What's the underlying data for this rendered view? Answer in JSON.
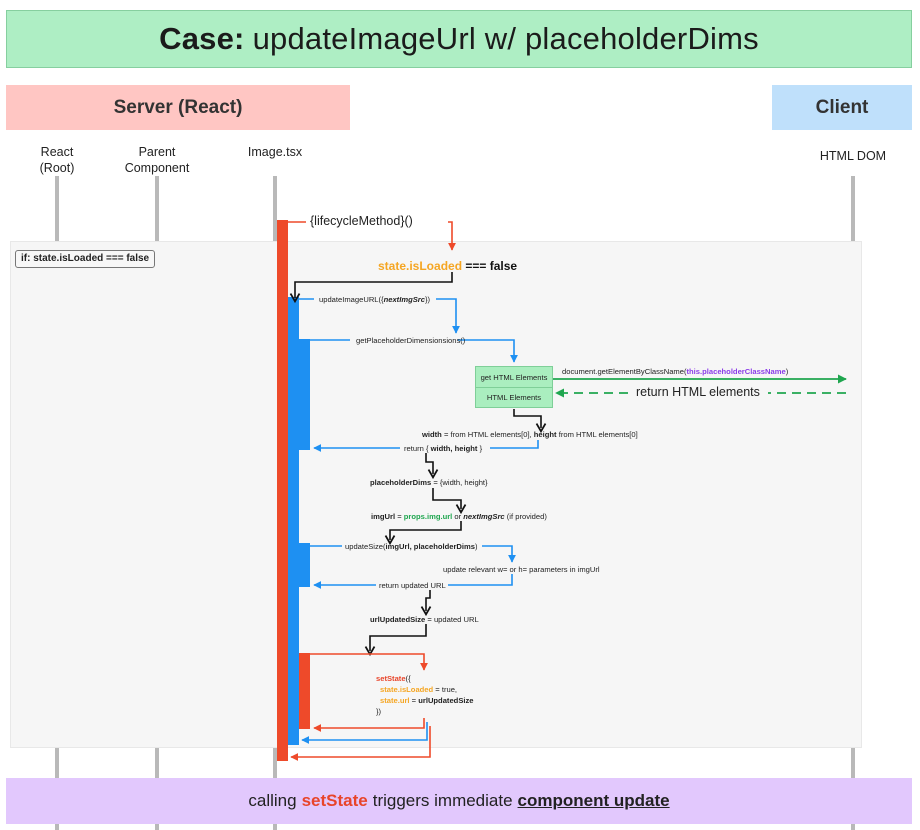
{
  "title": {
    "prefix": "Case:",
    "text": "updateImageUrl w/ placeholderDims"
  },
  "lanes": {
    "server": "Server (React)",
    "client": "Client"
  },
  "lifelines": {
    "react_root": [
      "React",
      "(Root)"
    ],
    "parent": [
      "Parent",
      "Component"
    ],
    "image": "Image.tsx",
    "dom": "HTML DOM"
  },
  "condition": "if: state.isLoaded === false",
  "messages": {
    "lifecycle": "{lifecycleMethod}()",
    "isloaded_a": "state.isLoaded",
    "isloaded_b": "=== false",
    "update_url_a": "updateImageURL({",
    "update_url_b": "nextImgSrc",
    "update_url_c": "})",
    "get_dims": "getPlaceholderDimensionsions()",
    "get_html": "get HTML Elements",
    "html_elements": "HTML Elements",
    "doc_call_a": "document.getElementByClassName(",
    "doc_call_b": "this.placeholderClassName",
    "doc_call_c": ")",
    "return_html": "return HTML elements",
    "width_a": "width",
    "width_b": "= from HTML elements[0],",
    "width_c": "height",
    "width_d": "from HTML elements[0]",
    "return_wh_a": "return {",
    "return_wh_b": "width, height",
    "return_wh_c": "}",
    "pdims_a": "placeholderDims",
    "pdims_b": "= {width, height}",
    "imgurl_a": "imgUrl",
    "imgurl_b": "=",
    "imgurl_c": "props.img.url",
    "imgurl_d": "or",
    "imgurl_e": "nextImgSrc",
    "imgurl_f": "(if provided)",
    "updsize_a": "updateSize(",
    "updsize_b": "imgUrl, placeholderDims",
    "updsize_c": ")",
    "update_rel": "update relevant w= or h= parameters in imgUrl",
    "return_upd": "return updated URL",
    "urlupd_a": "urlUpdatedSize",
    "urlupd_b": "= updated URL",
    "setstate_a": "setState",
    "setstate_b": "({",
    "setstate_c": "state.isLoaded",
    "setstate_d": "= true,",
    "setstate_e": "state.url",
    "setstate_f": "=",
    "setstate_g": "urlUpdatedSize",
    "setstate_h": "})"
  },
  "footer": {
    "a": "calling",
    "b": "setState",
    "c": "triggers immediate",
    "d": "component update"
  },
  "colors": {
    "red": "#ee4a2a",
    "blue": "#1e90f2",
    "green": "#1fa64f",
    "orange": "#f5a623",
    "purple": "#8a3ce8"
  }
}
